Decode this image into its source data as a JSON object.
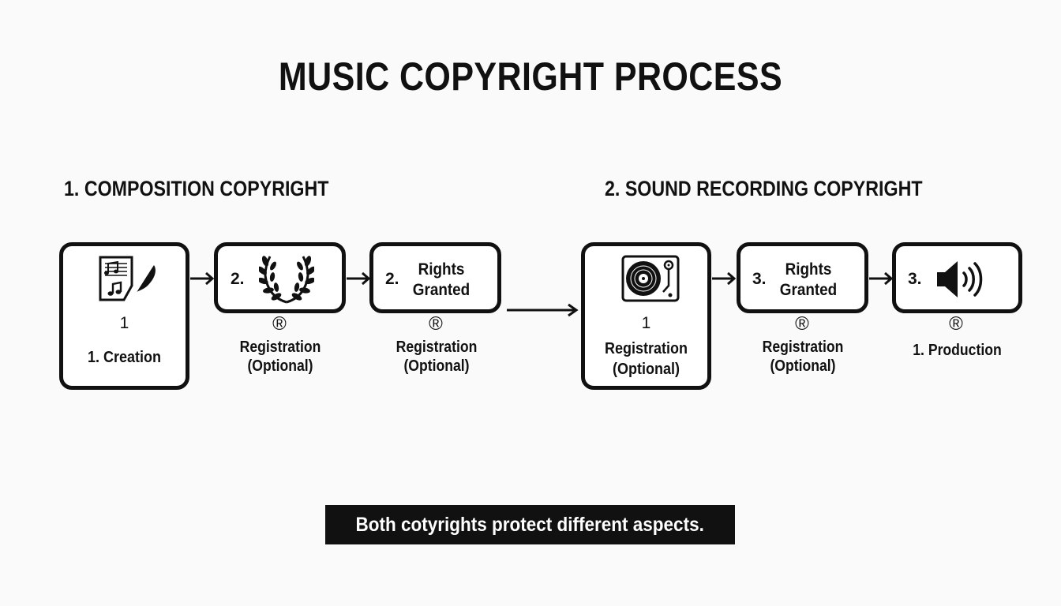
{
  "title": "MUSIC COPYRIGHT PROCESS",
  "sections": [
    {
      "heading": "1. COMPOSITION COPYRIGHT",
      "steps": [
        {
          "icon": "sheet-music-quill-icon",
          "number": "1",
          "label": "1. Creation"
        },
        {
          "icon": "laurel-wreath-icon",
          "box_number": "2.",
          "symbol": "®",
          "label": "Registration\n(Optional)"
        },
        {
          "box_number": "2.",
          "box_text": "Rights\nGranted",
          "symbol": "®",
          "label": "Registration\n(Optional)"
        }
      ]
    },
    {
      "heading": "2. SOUND RECORDING COPYRIGHT",
      "steps": [
        {
          "icon": "turntable-icon",
          "number": "1",
          "label": "Registration\n(Optional)"
        },
        {
          "box_number": "3.",
          "box_text": "Rights\nGranted",
          "symbol": "®",
          "label": "Registration\n(Optional)"
        },
        {
          "icon": "speaker-icon",
          "box_number": "3.",
          "symbol": "®",
          "label": "1. Production"
        }
      ]
    }
  ],
  "footer": "Both cotyrights protect different aspects."
}
